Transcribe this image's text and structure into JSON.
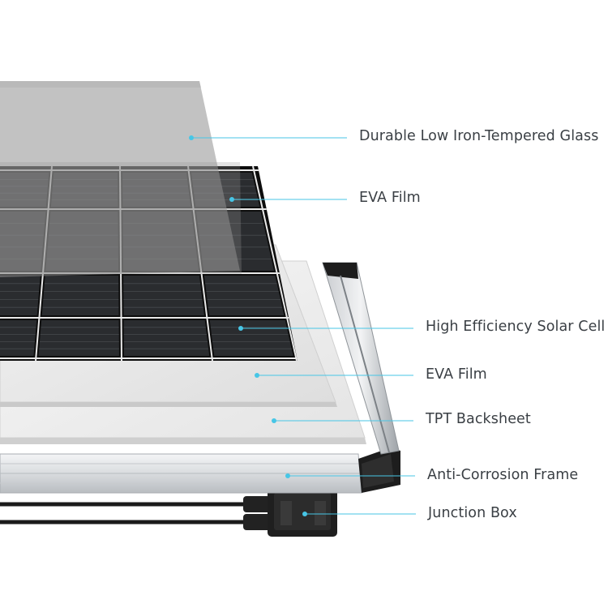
{
  "callout_color": "#47c6e6",
  "layers": [
    {
      "id": "glass",
      "label": "Durable Low Iron-Tempered Glass"
    },
    {
      "id": "eva-top",
      "label": "EVA Film"
    },
    {
      "id": "solar-cell",
      "label": "High Efficiency Solar Cell"
    },
    {
      "id": "eva-bottom",
      "label": "EVA Film"
    },
    {
      "id": "backsheet",
      "label": "TPT Backsheet"
    },
    {
      "id": "frame",
      "label": "Anti-Corrosion Frame"
    },
    {
      "id": "junction-box",
      "label": "Junction Box"
    }
  ]
}
